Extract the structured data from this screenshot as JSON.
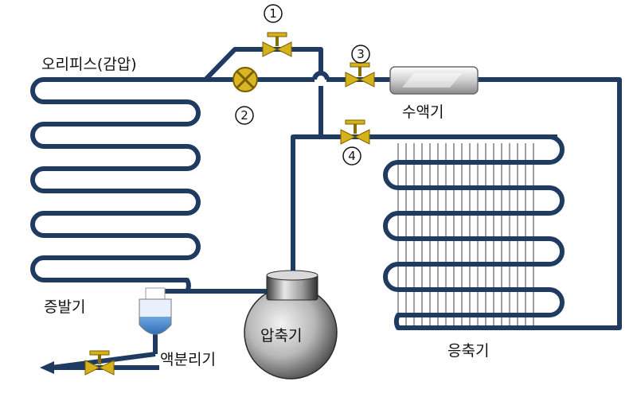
{
  "labels": {
    "orifice": "오리피스(감압)",
    "evaporator": "증발기",
    "receiver": "수액기",
    "condenser": "응축기",
    "compressor": "압축기",
    "accumulator": "액분리기"
  },
  "valve_numbers": {
    "v1": "1",
    "v2": "2",
    "v3": "3",
    "v4": "4"
  },
  "colors": {
    "pipe": "#1f3b62",
    "valve": "#d6b21a",
    "receiver": "#cfcfcf",
    "fins": "#9a9a9a",
    "accumulator": "#4f8fd4"
  }
}
